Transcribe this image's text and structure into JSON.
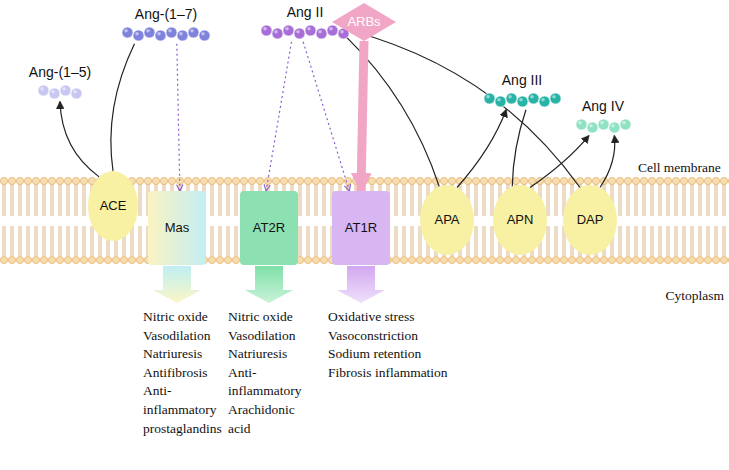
{
  "diagram": {
    "nodes": [
      {
        "text": [
          "Ang-(1–7)"
        ]
      },
      {
        "text": [
          "Ang II"
        ]
      },
      {
        "text": [
          "ARBs"
        ]
      },
      {
        "text": [
          "Ang-(1–5)"
        ]
      },
      {
        "text": [
          "Ang III"
        ]
      },
      {
        "text": [
          "Ang IV"
        ]
      },
      {
        "text": [
          "ACE"
        ]
      },
      {
        "text": [
          "Mas"
        ]
      },
      {
        "text": [
          "AT2R"
        ]
      },
      {
        "text": [
          "AT1R"
        ]
      },
      {
        "text": [
          "APA"
        ]
      },
      {
        "text": [
          "APN"
        ]
      },
      {
        "text": [
          "DAP"
        ]
      }
    ],
    "edges": [
      {
        "from": 6,
        "to": 3,
        "arrow": "to"
      },
      {
        "from": 0,
        "to": 6,
        "arrow": "none"
      },
      {
        "from": 0,
        "to": 7,
        "arrow": "to"
      },
      {
        "from": 1,
        "to": 8,
        "arrow": "to"
      },
      {
        "from": 1,
        "to": 9,
        "arrow": "to"
      },
      {
        "from": 1,
        "to": 10,
        "arrow": "none"
      },
      {
        "from": 10,
        "to": 4,
        "arrow": "to"
      },
      {
        "from": 4,
        "to": 11,
        "arrow": "none"
      },
      {
        "from": 11,
        "to": 5,
        "arrow": "to"
      },
      {
        "from": 1,
        "to": 12,
        "arrow": "none"
      },
      {
        "from": 12,
        "to": 5,
        "arrow": "to"
      },
      {
        "from": 2,
        "to": 9,
        "arrow": "to"
      }
    ],
    "labels": [
      "Nitric oxide",
      "Vasodilation",
      "Natriuresis",
      "Antifibrosis",
      "Anti-",
      "inflammatory",
      "prostaglandins",
      "Nitric oxide",
      "Vasodilation",
      "Natriuresis",
      "Anti-",
      "inflammatory",
      "Arachidonic",
      "acid",
      "Oxidative stress",
      "Vasoconstriction",
      "Sodium retention",
      "Fibrosis inflammation",
      "Cell membrane",
      "Cytoplasm"
    ]
  }
}
